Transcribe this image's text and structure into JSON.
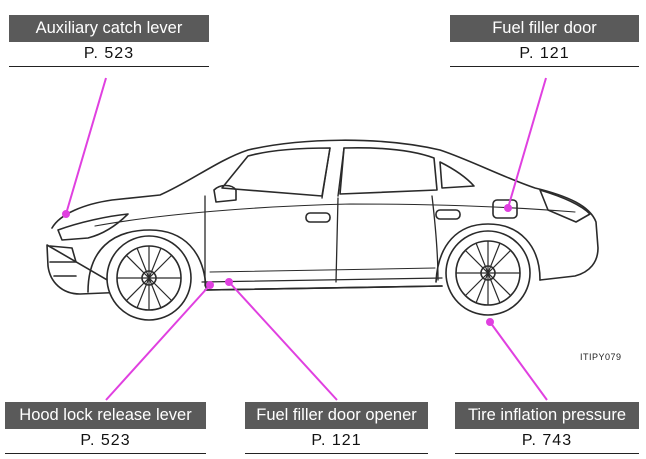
{
  "callouts": {
    "auxiliary_catch_lever": {
      "label": "Auxiliary catch lever",
      "page": "P. 523"
    },
    "fuel_filler_door": {
      "label": "Fuel filler door",
      "page": "P. 121"
    },
    "hood_lock_release_lever": {
      "label": "Hood lock release lever",
      "page": "P. 523"
    },
    "fuel_filler_door_opener": {
      "label": "Fuel filler door opener",
      "page": "P. 121"
    },
    "tire_inflation_pressure": {
      "label": "Tire inflation pressure",
      "page": "P. 743"
    }
  },
  "figure_code": "ITIPY079",
  "colors": {
    "pointer": "#e040e0",
    "label_bg": "#5a5a5a",
    "label_text": "#ffffff",
    "line_art": "#2a2a2a"
  },
  "illustration": "sedan-car-side-view"
}
